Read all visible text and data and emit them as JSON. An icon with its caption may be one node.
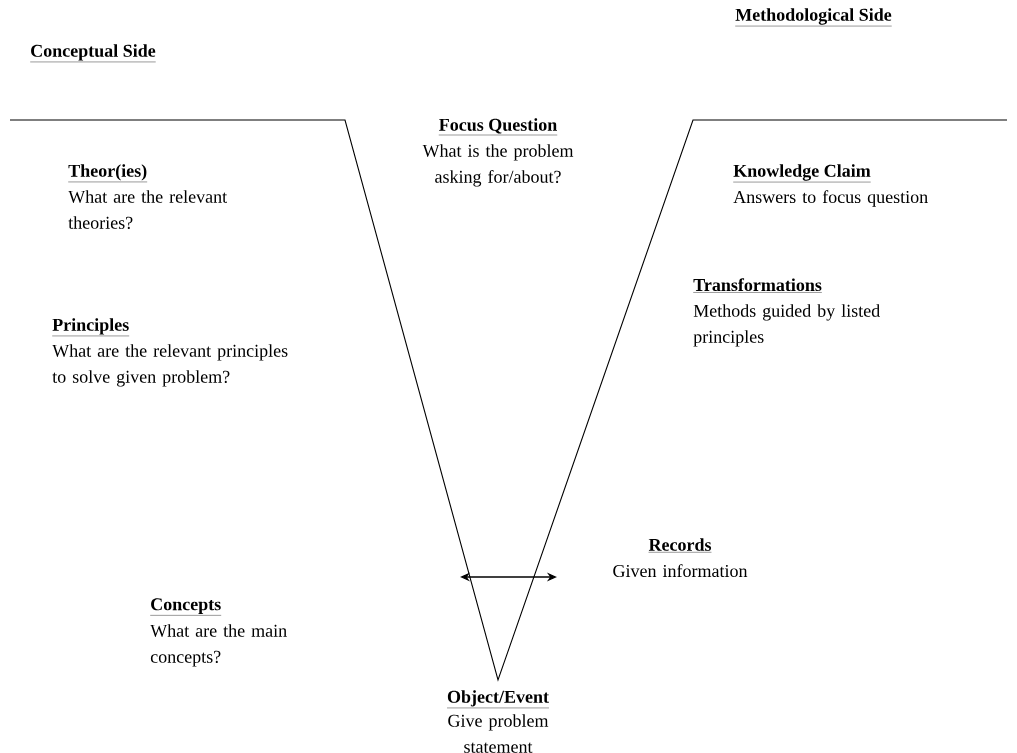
{
  "diagram": {
    "labels": [
      "Methodological Side",
      "Conceptual Side",
      "Focus Question",
      "What is the problem asking for/about?",
      "Theor(ies)",
      "What are the relevant theories?",
      "Knowledge Claim",
      "Answers to focus question",
      "Transformations",
      "Methods guided by listed principles",
      "Principles",
      "What are the relevant principles to solve given problem?",
      "Records",
      "Given information",
      "Concepts",
      "What are the main concepts?",
      "Object/Event",
      "Give problem statement"
    ]
  }
}
